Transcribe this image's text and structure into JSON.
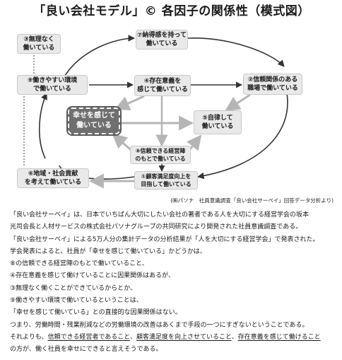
{
  "title": "「良い会社モデル」© 各因子の関係性（模式図）",
  "nodes": {
    "n3": [
      "③無理なく",
      "働いている"
    ],
    "n7": [
      "⑦納得感を持って",
      "働いている"
    ],
    "n9": [
      "⑨働きやすい環境",
      "で働いている"
    ],
    "n4": [
      "④存在意義を",
      "感じて働いている"
    ],
    "n2": [
      "②信頼関係のある",
      "職場で働いている"
    ],
    "center": [
      "幸せを感じて",
      "働いている"
    ],
    "n5": [
      "⑤自律して",
      "働いている"
    ],
    "n8": [
      "⑧信頼できる経営陣",
      "のもとで働いている"
    ],
    "n6": [
      "⑥地域・社会貢献",
      "を考えて働いている"
    ],
    "n1": [
      "①顧客満足度向上を",
      "目指して働いている"
    ]
  },
  "source_note": "(㈱パソナ　社員意識調査「良い会社サーベイ」回答データ分析より)",
  "paragraphs": {
    "p1": "「良い会社サーベイ」は、日本でいちばん大切にしたい会社の著者である人を大切にする経営学会の坂本",
    "p2": "光司会長と人材サービスの株式会社パソナグループの共同研究により開発された社員意識調査である。",
    "p3": "「良い会社サーベイ」による5万人分の集計データの分析結果が「人を大切にする経営学会」で発表された。",
    "p4": "学会発表によると、社員が「幸せを感じて働いている」かどうかは、",
    "p5": "⑧の信頼できる経営陣のもとで働いていること、",
    "p6": "④存在意義を感じて働けていることに因果関係はあるが、",
    "p7": "③無理なく働くことができているからとか、",
    "p8": "⑨働きやすい環境で働いているということは、",
    "p9": "「幸せを感じて働いている」との直接的な因果関係はない。",
    "p10": "つまり、労働時間・残業削減などの労働環境の改善はあくまで手段の一つにすぎないということである。",
    "p11_a": "それよりも、",
    "p11_b": "信頼できる経営者であること",
    "p11_c": "、",
    "p11_d": "顧客満足度を向上させていること",
    "p11_e": "、",
    "p11_f": "存在意義を感じて働けること",
    "p12": "の方が、働く社員を幸せにできると言えそうである。"
  }
}
